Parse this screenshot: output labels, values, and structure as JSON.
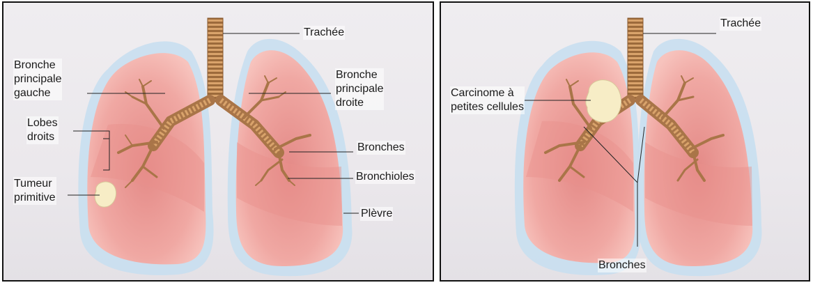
{
  "left_panel": {
    "labels": {
      "trachee": "Trachée",
      "bronche_gauche": "Bronche\nprincipale\ngauche",
      "bronche_droite": "Bronche\nprincipale\ndroite",
      "lobes_droits": "Lobes\ndroits",
      "bronches": "Bronches",
      "bronchioles": "Bronchioles",
      "tumeur": "Tumeur\nprimitive",
      "plevre": "Plèvre"
    }
  },
  "right_panel": {
    "labels": {
      "trachee": "Trachée",
      "carcinome": "Carcinome à\npetites cellules",
      "bronches": "Bronches"
    }
  },
  "colors": {
    "lung_fill": "#f0a8a3",
    "lung_inner": "#e78e8a",
    "pleura": "#c8dff0",
    "trachea": "#c98b4f",
    "bronchial_tree": "#a97548",
    "tumor": "#f7edc6"
  }
}
